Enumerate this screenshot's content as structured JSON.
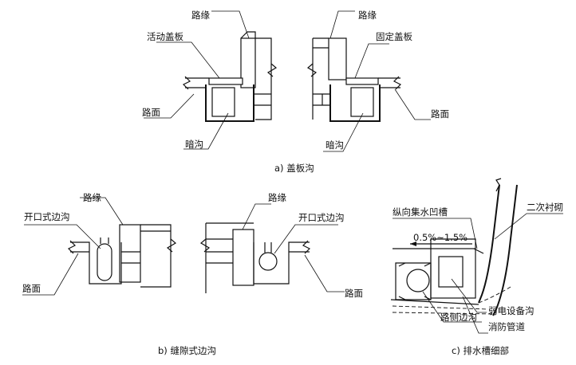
{
  "panel_a": {
    "caption": "a) 盖板沟",
    "left": {
      "curb": "路缘",
      "cover": "活动盖板",
      "pavement": "路面",
      "drain": "暗沟"
    },
    "right": {
      "curb": "路缘",
      "cover": "固定盖板",
      "pavement": "路面",
      "drain": "暗沟"
    }
  },
  "panel_b": {
    "caption": "b) 缝隙式边沟",
    "left": {
      "curb": "路缘",
      "ditch": "开口式边沟",
      "pavement": "路面"
    },
    "right": {
      "curb": "路缘",
      "ditch": "开口式边沟",
      "pavement": "路面"
    }
  },
  "panel_c": {
    "caption": "c) 排水槽细部",
    "longitudinal_trough": "纵向集水凹槽",
    "secondary_lining": "二次衬砌",
    "slope": "0.5%~1.5%",
    "side_ditch": "路侧边沟",
    "cable_trench": "弱电设备沟",
    "fire_pipe": "消防管道"
  },
  "colors": {
    "ink": "#111111",
    "paper": "#ffffff"
  }
}
